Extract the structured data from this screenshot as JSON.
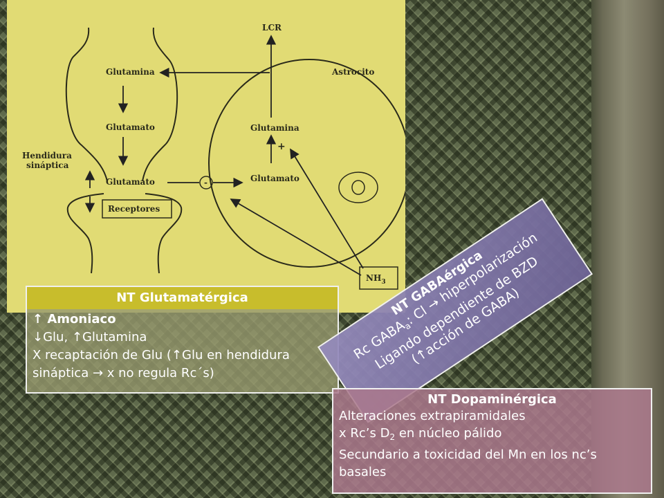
{
  "diagram": {
    "labels": {
      "lcr": "LCR",
      "astrocito": "Astrocito",
      "glutamina_pre": "Glutamina",
      "glutamato_pre": "Glutamato",
      "hendidura_1": "Hendidura",
      "hendidura_2": "sináptica",
      "glutamato_cleft": "Glutamato",
      "receptores": "Receptores",
      "glutamina_astro": "Glutamina",
      "glutamato_astro": "Glutamato",
      "plus": "+",
      "minus": "-",
      "nh3": "NH",
      "nh3_sub": "3"
    }
  },
  "glutamatergic": {
    "title": "NT Glutamatérgica",
    "line1": "↑ Amoniaco",
    "line2": "↓Glu, ↑Glutamina",
    "line3": "X recaptación de Glu (↑Glu en hendidura",
    "line4": "sináptica → x no regula Rc´s)"
  },
  "gabaergic": {
    "title": "NT GABAérgica",
    "line1_pre": "Rc GABA",
    "line1_sub": "a",
    "line1_post": ": Cl → hiperpolarización",
    "line2": "Ligando dependiente de BZD",
    "line3": "(↑acción de GABA)"
  },
  "dopaminergic": {
    "title": "NT Dopaminérgica",
    "line1": "Alteraciones extrapiramidales",
    "line2_pre": "x Rc’s D",
    "line2_sub": "2",
    "line2_post": " en núcleo pálido",
    "line3": "Secundario a toxicidad del Mn en los nc’s",
    "line4": "basales"
  }
}
